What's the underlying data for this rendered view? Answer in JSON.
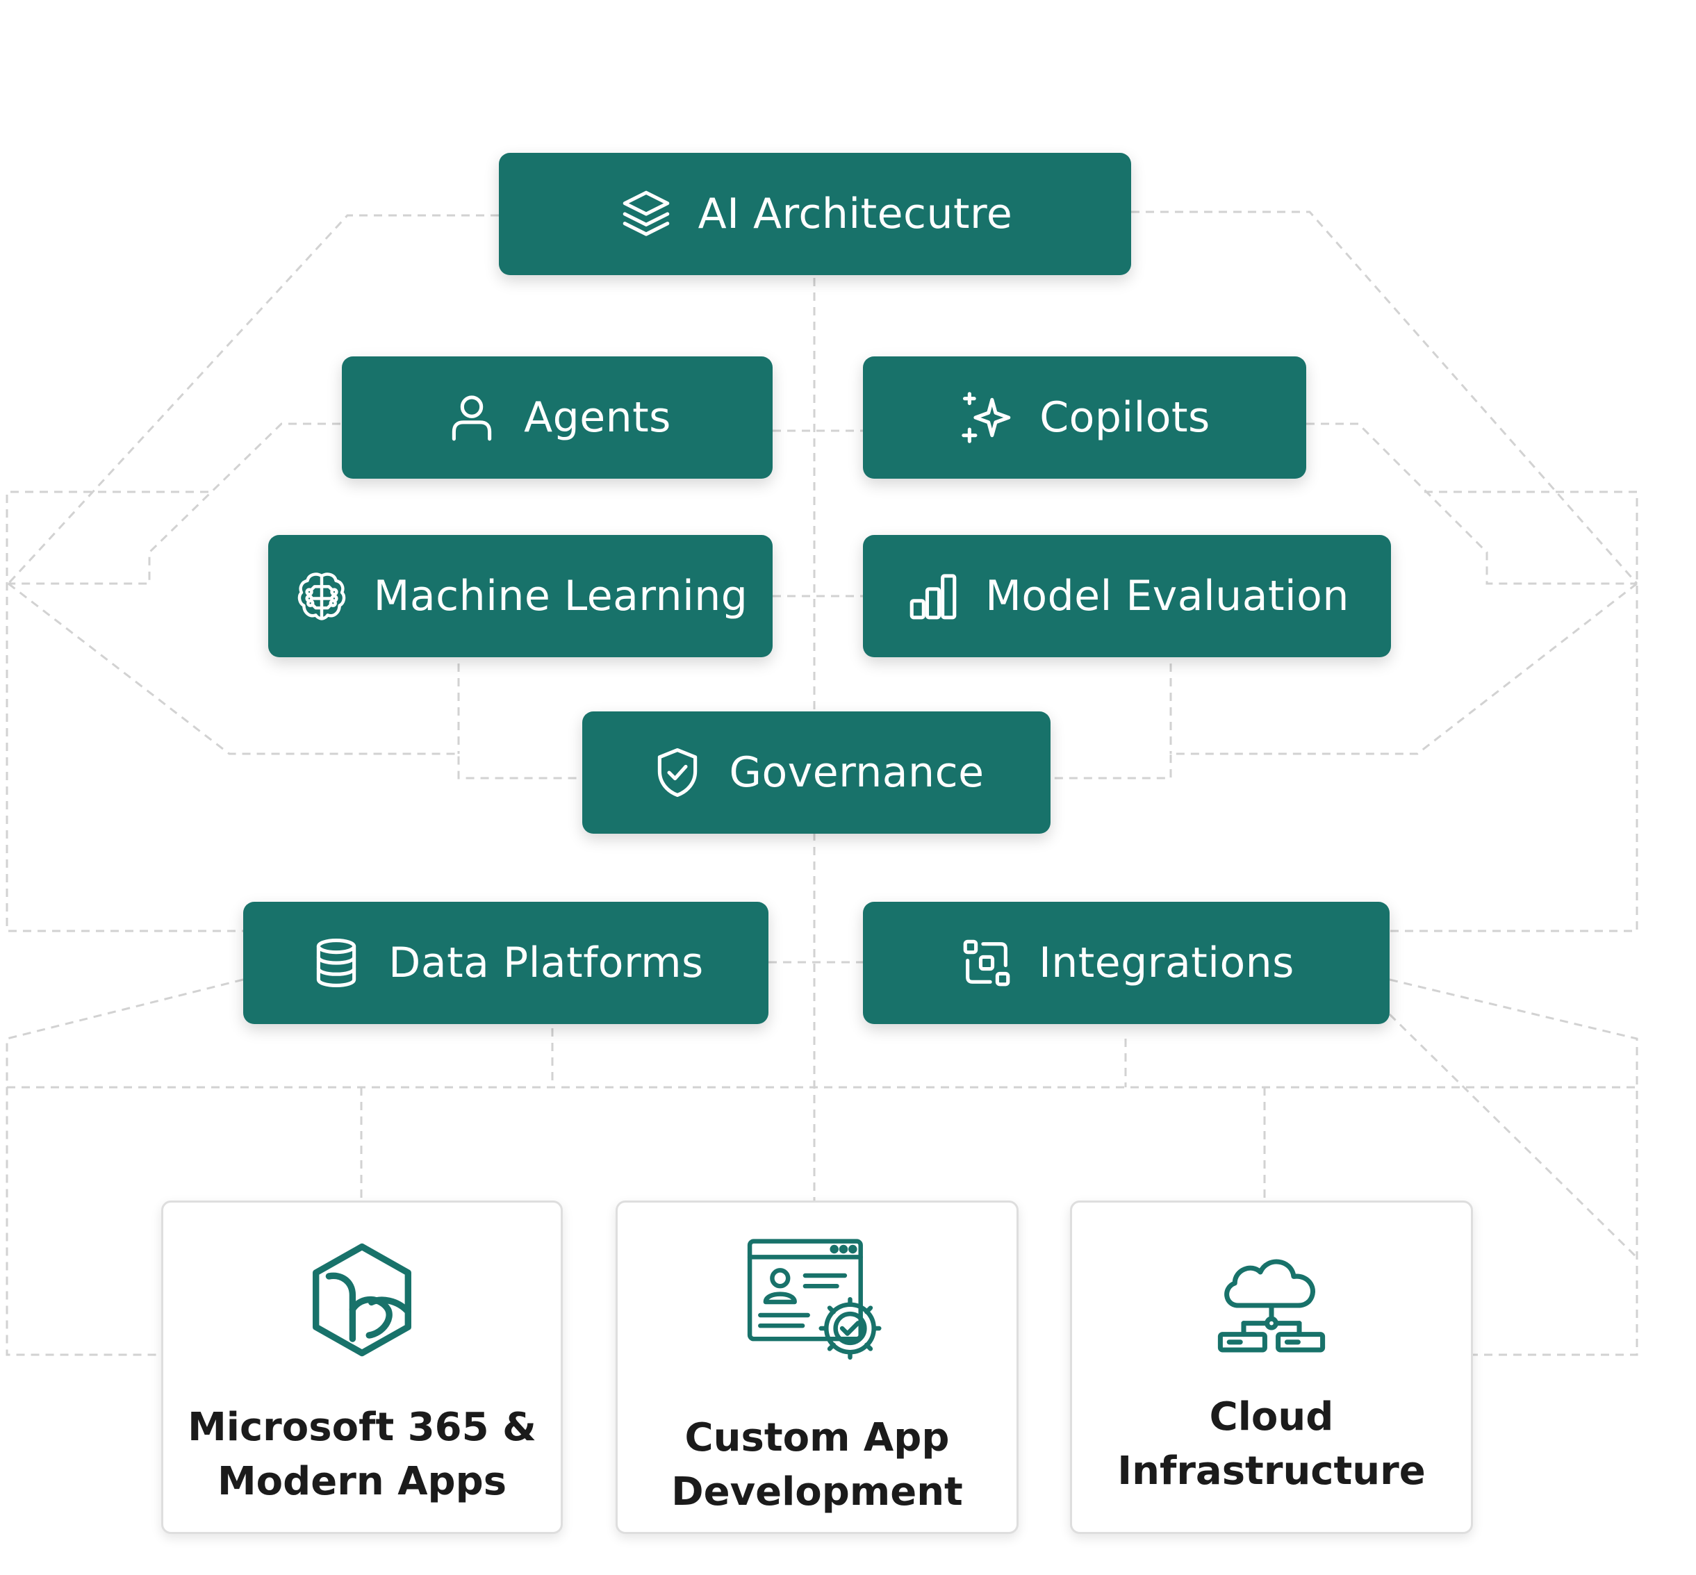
{
  "nodes": {
    "ai_architecture": "AI Architecutre",
    "agents": "Agents",
    "copilots": "Copilots",
    "machine_learning": "Machine Learning",
    "model_evaluation": "Model Evaluation",
    "governance": "Governance",
    "data_platforms": "Data Platforms",
    "integrations": "Integrations"
  },
  "cards": {
    "microsoft365": {
      "line1": "Microsoft 365 &",
      "line2": "Modern Apps"
    },
    "custom_app": {
      "line1": "Custom App",
      "line2": "Development"
    },
    "cloud": {
      "line1": "Cloud",
      "line2": "Infrastructure"
    }
  },
  "icons": {
    "ai_architecture": "layers-icon",
    "agents": "user-icon",
    "copilots": "sparkle-icon",
    "machine_learning": "brain-circuit-icon",
    "model_evaluation": "bar-chart-icon",
    "governance": "shield-check-icon",
    "data_platforms": "database-icon",
    "integrations": "integration-blocks-icon",
    "microsoft365": "microsoft-365-icon",
    "custom_app": "app-settings-icon",
    "cloud": "cloud-network-icon"
  },
  "colors": {
    "node_fill": "#18726a",
    "node_text": "#ffffff",
    "connector": "#d2d2d2",
    "card_border": "#dedede",
    "card_text": "#1b1b1b",
    "icon_accent": "#18726a"
  }
}
